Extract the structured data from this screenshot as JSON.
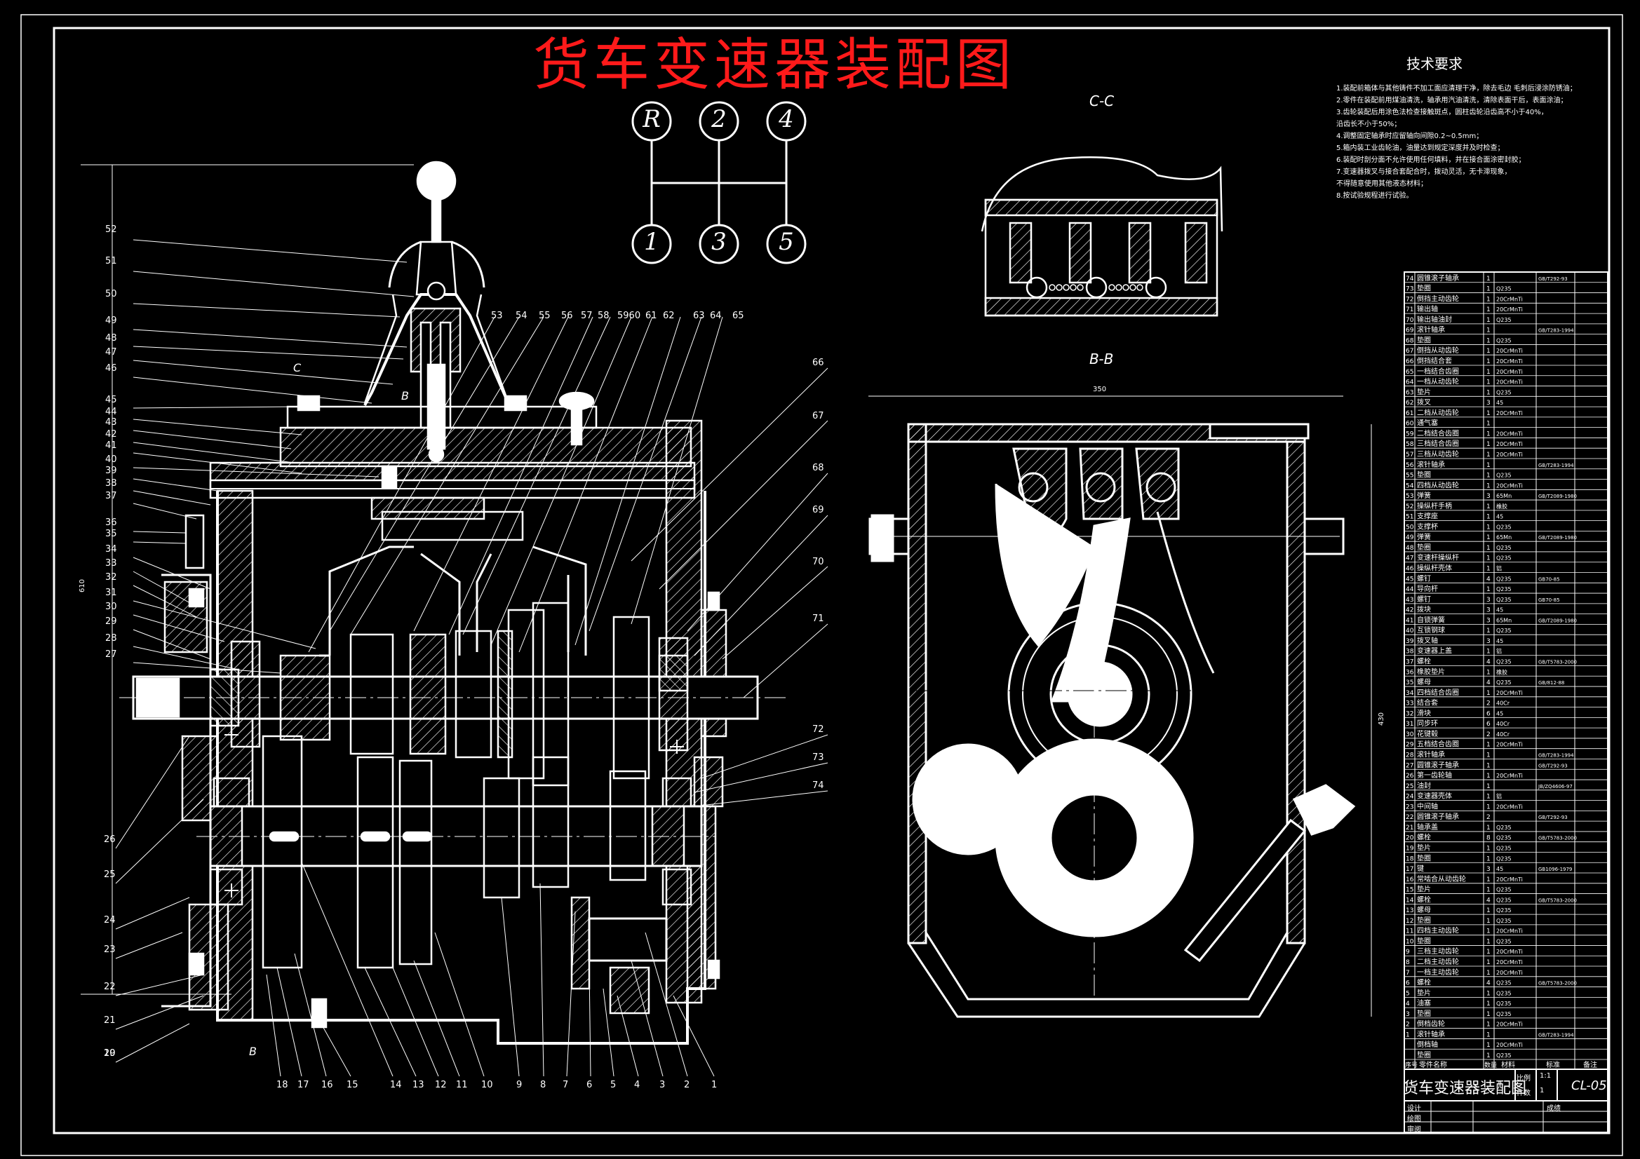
{
  "title": "货车变速器装配图",
  "tech_requirements": {
    "heading": "技术要求",
    "lines": [
      "1.装配前箱体与其他铸件不加工面应清理干净，除去毛边 毛刺后浸涂防锈油；",
      "2.零件在装配前用煤油清洗，轴承用汽油清洗，清除表面干后，表面涂油；",
      "3.齿轮装配后用涂色法检查接触斑点，圆柱齿轮沿齿高不小于40%，",
      "   沿齿长不小于50%；",
      "4.调整固定轴承时应留轴向间隙0.2~0.5mm；",
      "5.箱内装工业齿轮油，油量达到规定深度并及时检查；",
      "6.装配时剖分面不允许使用任何填料，并在接合面涂密封胶；",
      "7.变速器拨叉与接合套配合时，拨动灵活，无卡滞现象，",
      "   不得随意使用其他液态材料；",
      "8.按试验规程进行试验。"
    ]
  },
  "shift_pattern": {
    "top": [
      "R",
      "2",
      "4"
    ],
    "bottom": [
      "1",
      "3",
      "5"
    ]
  },
  "section_labels": {
    "cc": "C-C",
    "bb": "B-B"
  },
  "part_numbers_left": [
    "52",
    "51",
    "50",
    "49",
    "48",
    "47",
    "46",
    "45",
    "44",
    "43",
    "42",
    "41",
    "40",
    "39",
    "38",
    "37",
    "36",
    "35",
    "34",
    "33",
    "32",
    "31",
    "30",
    "29",
    "28",
    "27",
    "26",
    "25",
    "24",
    "23",
    "22",
    "21",
    "20",
    "19"
  ],
  "part_numbers_top": [
    "53",
    "54",
    "55",
    "56",
    "57",
    "58",
    "5960",
    "61",
    "62",
    "63",
    "64",
    "65"
  ],
  "part_numbers_right": [
    "66",
    "67",
    "68",
    "69",
    "70",
    "71",
    "72",
    "73",
    "74"
  ],
  "part_numbers_bottom": [
    "18",
    "17",
    "16",
    "15",
    "14",
    "13",
    "12",
    "11",
    "10",
    "9",
    "8",
    "7",
    "6",
    "5",
    "4",
    "3",
    "2",
    "1"
  ],
  "section_marks": {
    "c": "C",
    "b": "B"
  },
  "dimension_bb_width": "350",
  "dimension_left_height": "610",
  "dimension_bb_height": "430",
  "bom_rows": [
    {
      "no": "74",
      "name": "圆锥滚子轴承",
      "qty": "1",
      "mat": "",
      "std": "GB/T292-93"
    },
    {
      "no": "73",
      "name": "垫圈",
      "qty": "1",
      "mat": "Q235",
      "std": ""
    },
    {
      "no": "72",
      "name": "倒挡主动齿轮",
      "qty": "1",
      "mat": "20CrMnTi",
      "std": ""
    },
    {
      "no": "71",
      "name": "输出轴",
      "qty": "1",
      "mat": "20CrMnTi",
      "std": ""
    },
    {
      "no": "70",
      "name": "输出轴油封",
      "qty": "1",
      "mat": "Q235",
      "std": ""
    },
    {
      "no": "69",
      "name": "滚针轴承",
      "qty": "1",
      "mat": "",
      "std": "GB/T283-1994"
    },
    {
      "no": "68",
      "name": "垫圈",
      "qty": "1",
      "mat": "Q235",
      "std": ""
    },
    {
      "no": "67",
      "name": "倒挡从动齿轮",
      "qty": "1",
      "mat": "20CrMnTi",
      "std": ""
    },
    {
      "no": "66",
      "name": "倒挡结合套",
      "qty": "1",
      "mat": "20CrMnTi",
      "std": ""
    },
    {
      "no": "65",
      "name": "一档结合齿圈",
      "qty": "1",
      "mat": "20CrMnTi",
      "std": ""
    },
    {
      "no": "64",
      "name": "一档从动齿轮",
      "qty": "1",
      "mat": "20CrMnTi",
      "std": ""
    },
    {
      "no": "63",
      "name": "垫片",
      "qty": "1",
      "mat": "Q235",
      "std": ""
    },
    {
      "no": "62",
      "name": "拨叉",
      "qty": "3",
      "mat": "45",
      "std": ""
    },
    {
      "no": "61",
      "name": "二档从动齿轮",
      "qty": "1",
      "mat": "20CrMnTi",
      "std": ""
    },
    {
      "no": "60",
      "name": "通气塞",
      "qty": "1",
      "mat": "",
      "std": ""
    },
    {
      "no": "59",
      "name": "二档结合齿圈",
      "qty": "1",
      "mat": "20CrMnTi",
      "std": ""
    },
    {
      "no": "58",
      "name": "三档结合齿圈",
      "qty": "1",
      "mat": "20CrMnTi",
      "std": ""
    },
    {
      "no": "57",
      "name": "三档从动齿轮",
      "qty": "1",
      "mat": "20CrMnTi",
      "std": ""
    },
    {
      "no": "56",
      "name": "滚针轴承",
      "qty": "1",
      "mat": "",
      "std": "GB/T283-1994"
    },
    {
      "no": "55",
      "name": "垫圈",
      "qty": "1",
      "mat": "Q235",
      "std": ""
    },
    {
      "no": "54",
      "name": "四档从动齿轮",
      "qty": "1",
      "mat": "20CrMnTi",
      "std": ""
    },
    {
      "no": "53",
      "name": "弹簧",
      "qty": "3",
      "mat": "65Mn",
      "std": "GB/T2089-1980"
    },
    {
      "no": "52",
      "name": "操纵杆手柄",
      "qty": "1",
      "mat": "橡胶",
      "std": ""
    },
    {
      "no": "51",
      "name": "支撑座",
      "qty": "1",
      "mat": "45",
      "std": ""
    },
    {
      "no": "50",
      "name": "支撑杯",
      "qty": "1",
      "mat": "Q235",
      "std": ""
    },
    {
      "no": "49",
      "name": "弹簧",
      "qty": "1",
      "mat": "65Mn",
      "std": "GB/T2089-1980"
    },
    {
      "no": "48",
      "name": "垫圈",
      "qty": "1",
      "mat": "Q235",
      "std": ""
    },
    {
      "no": "47",
      "name": "变速杆操纵杆",
      "qty": "1",
      "mat": "Q235",
      "std": ""
    },
    {
      "no": "46",
      "name": "操纵杆壳体",
      "qty": "1",
      "mat": "铝",
      "std": ""
    },
    {
      "no": "45",
      "name": "螺钉",
      "qty": "4",
      "mat": "Q235",
      "std": "GB70-85"
    },
    {
      "no": "44",
      "name": "导向杆",
      "qty": "1",
      "mat": "Q235",
      "std": ""
    },
    {
      "no": "43",
      "name": "螺钉",
      "qty": "3",
      "mat": "Q235",
      "std": "GB70-85"
    },
    {
      "no": "42",
      "name": "拨块",
      "qty": "3",
      "mat": "45",
      "std": ""
    },
    {
      "no": "41",
      "name": "自锁弹簧",
      "qty": "3",
      "mat": "65Mn",
      "std": "GB/T2089-1980"
    },
    {
      "no": "40",
      "name": "互锁钢球",
      "qty": "1",
      "mat": "Q235",
      "std": ""
    },
    {
      "no": "39",
      "name": "拨叉轴",
      "qty": "3",
      "mat": "45",
      "std": ""
    },
    {
      "no": "38",
      "name": "变速器上盖",
      "qty": "1",
      "mat": "铝",
      "std": ""
    },
    {
      "no": "37",
      "name": "螺栓",
      "qty": "4",
      "mat": "Q235",
      "std": "GB/T5783-2000"
    },
    {
      "no": "36",
      "name": "橡胶垫片",
      "qty": "1",
      "mat": "橡胶",
      "std": ""
    },
    {
      "no": "35",
      "name": "螺母",
      "qty": "4",
      "mat": "Q235",
      "std": "GB/812-88"
    },
    {
      "no": "34",
      "name": "四档结合齿圈",
      "qty": "1",
      "mat": "20CrMnTi",
      "std": ""
    },
    {
      "no": "33",
      "name": "结合套",
      "qty": "2",
      "mat": "40Cr",
      "std": ""
    },
    {
      "no": "32",
      "name": "滑块",
      "qty": "6",
      "mat": "45",
      "std": ""
    },
    {
      "no": "31",
      "name": "同步环",
      "qty": "6",
      "mat": "40Cr",
      "std": ""
    },
    {
      "no": "30",
      "name": "花键毂",
      "qty": "2",
      "mat": "40Cr",
      "std": ""
    },
    {
      "no": "29",
      "name": "五档结合齿圈",
      "qty": "1",
      "mat": "20CrMnTi",
      "std": ""
    },
    {
      "no": "28",
      "name": "滚针轴承",
      "qty": "1",
      "mat": "",
      "std": "GB/T283-1994"
    },
    {
      "no": "27",
      "name": "圆锥滚子轴承",
      "qty": "1",
      "mat": "",
      "std": "GB/T292-93"
    },
    {
      "no": "26",
      "name": "第一齿轮轴",
      "qty": "1",
      "mat": "20CrMnTi",
      "std": ""
    },
    {
      "no": "25",
      "name": "油封",
      "qty": "1",
      "mat": "",
      "std": "JB/ZQ4606-97"
    },
    {
      "no": "24",
      "name": "变速器壳体",
      "qty": "1",
      "mat": "铝",
      "std": ""
    },
    {
      "no": "23",
      "name": "中间轴",
      "qty": "1",
      "mat": "20CrMnTi",
      "std": ""
    },
    {
      "no": "22",
      "name": "圆锥滚子轴承",
      "qty": "2",
      "mat": "",
      "std": "GB/T292-93"
    },
    {
      "no": "21",
      "name": "轴承盖",
      "qty": "1",
      "mat": "Q235",
      "std": ""
    },
    {
      "no": "20",
      "name": "螺栓",
      "qty": "8",
      "mat": "Q235",
      "std": "GB/T5783-2000"
    },
    {
      "no": "19",
      "name": "垫片",
      "qty": "1",
      "mat": "Q235",
      "std": ""
    },
    {
      "no": "18",
      "name": "垫圈",
      "qty": "1",
      "mat": "Q235",
      "std": ""
    },
    {
      "no": "17",
      "name": "键",
      "qty": "3",
      "mat": "45",
      "std": "GB1096-1979"
    },
    {
      "no": "16",
      "name": "常啮合从动齿轮",
      "qty": "1",
      "mat": "20CrMnTi",
      "std": ""
    },
    {
      "no": "15",
      "name": "垫片",
      "qty": "1",
      "mat": "Q235",
      "std": ""
    },
    {
      "no": "14",
      "name": "螺栓",
      "qty": "4",
      "mat": "Q235",
      "std": "GB/T5783-2000"
    },
    {
      "no": "13",
      "name": "螺母",
      "qty": "1",
      "mat": "Q235",
      "std": ""
    },
    {
      "no": "12",
      "name": "垫圈",
      "qty": "1",
      "mat": "Q235",
      "std": ""
    },
    {
      "no": "11",
      "name": "四档主动齿轮",
      "qty": "1",
      "mat": "20CrMnTi",
      "std": ""
    },
    {
      "no": "10",
      "name": "垫圈",
      "qty": "1",
      "mat": "Q235",
      "std": ""
    },
    {
      "no": "9",
      "name": "三档主动齿轮",
      "qty": "1",
      "mat": "20CrMnTi",
      "std": ""
    },
    {
      "no": "8",
      "name": "二档主动齿轮",
      "qty": "1",
      "mat": "20CrMnTi",
      "std": ""
    },
    {
      "no": "7",
      "name": "一档主动齿轮",
      "qty": "1",
      "mat": "20CrMnTi",
      "std": ""
    },
    {
      "no": "6",
      "name": "螺栓",
      "qty": "4",
      "mat": "Q235",
      "std": "GB/T5783-2000"
    },
    {
      "no": "5",
      "name": "垫片",
      "qty": "1",
      "mat": "Q235",
      "std": ""
    },
    {
      "no": "4",
      "name": "油塞",
      "qty": "1",
      "mat": "Q235",
      "std": ""
    },
    {
      "no": "3",
      "name": "垫圈",
      "qty": "1",
      "mat": "Q235",
      "std": ""
    },
    {
      "no": "2",
      "name": "倒档齿轮",
      "qty": "1",
      "mat": "20CrMnTi",
      "std": ""
    },
    {
      "no": "1",
      "name": "滚针轴承",
      "qty": "1",
      "mat": "",
      "std": "GB/T283-1994"
    },
    {
      "no": "",
      "name": "倒档轴",
      "qty": "1",
      "mat": "20CrMnTi",
      "std": ""
    },
    {
      "no": "",
      "name": "垫圈",
      "qty": "1",
      "mat": "Q235",
      "std": ""
    }
  ],
  "bom_header": {
    "no": "序号",
    "name": "零件名称",
    "qty": "数量",
    "mat": "材料",
    "std": "标准",
    "note": "备注"
  },
  "title_block": {
    "drawing_name": "货车变速器装配图",
    "scale_label": "比例",
    "scale_value": "1:1",
    "sheet_label": "件数",
    "sheet_value": "1",
    "drawing_no": "CL-05",
    "design": "设计",
    "drawn": "绘图",
    "check": "审阅",
    "school": "成绩"
  }
}
